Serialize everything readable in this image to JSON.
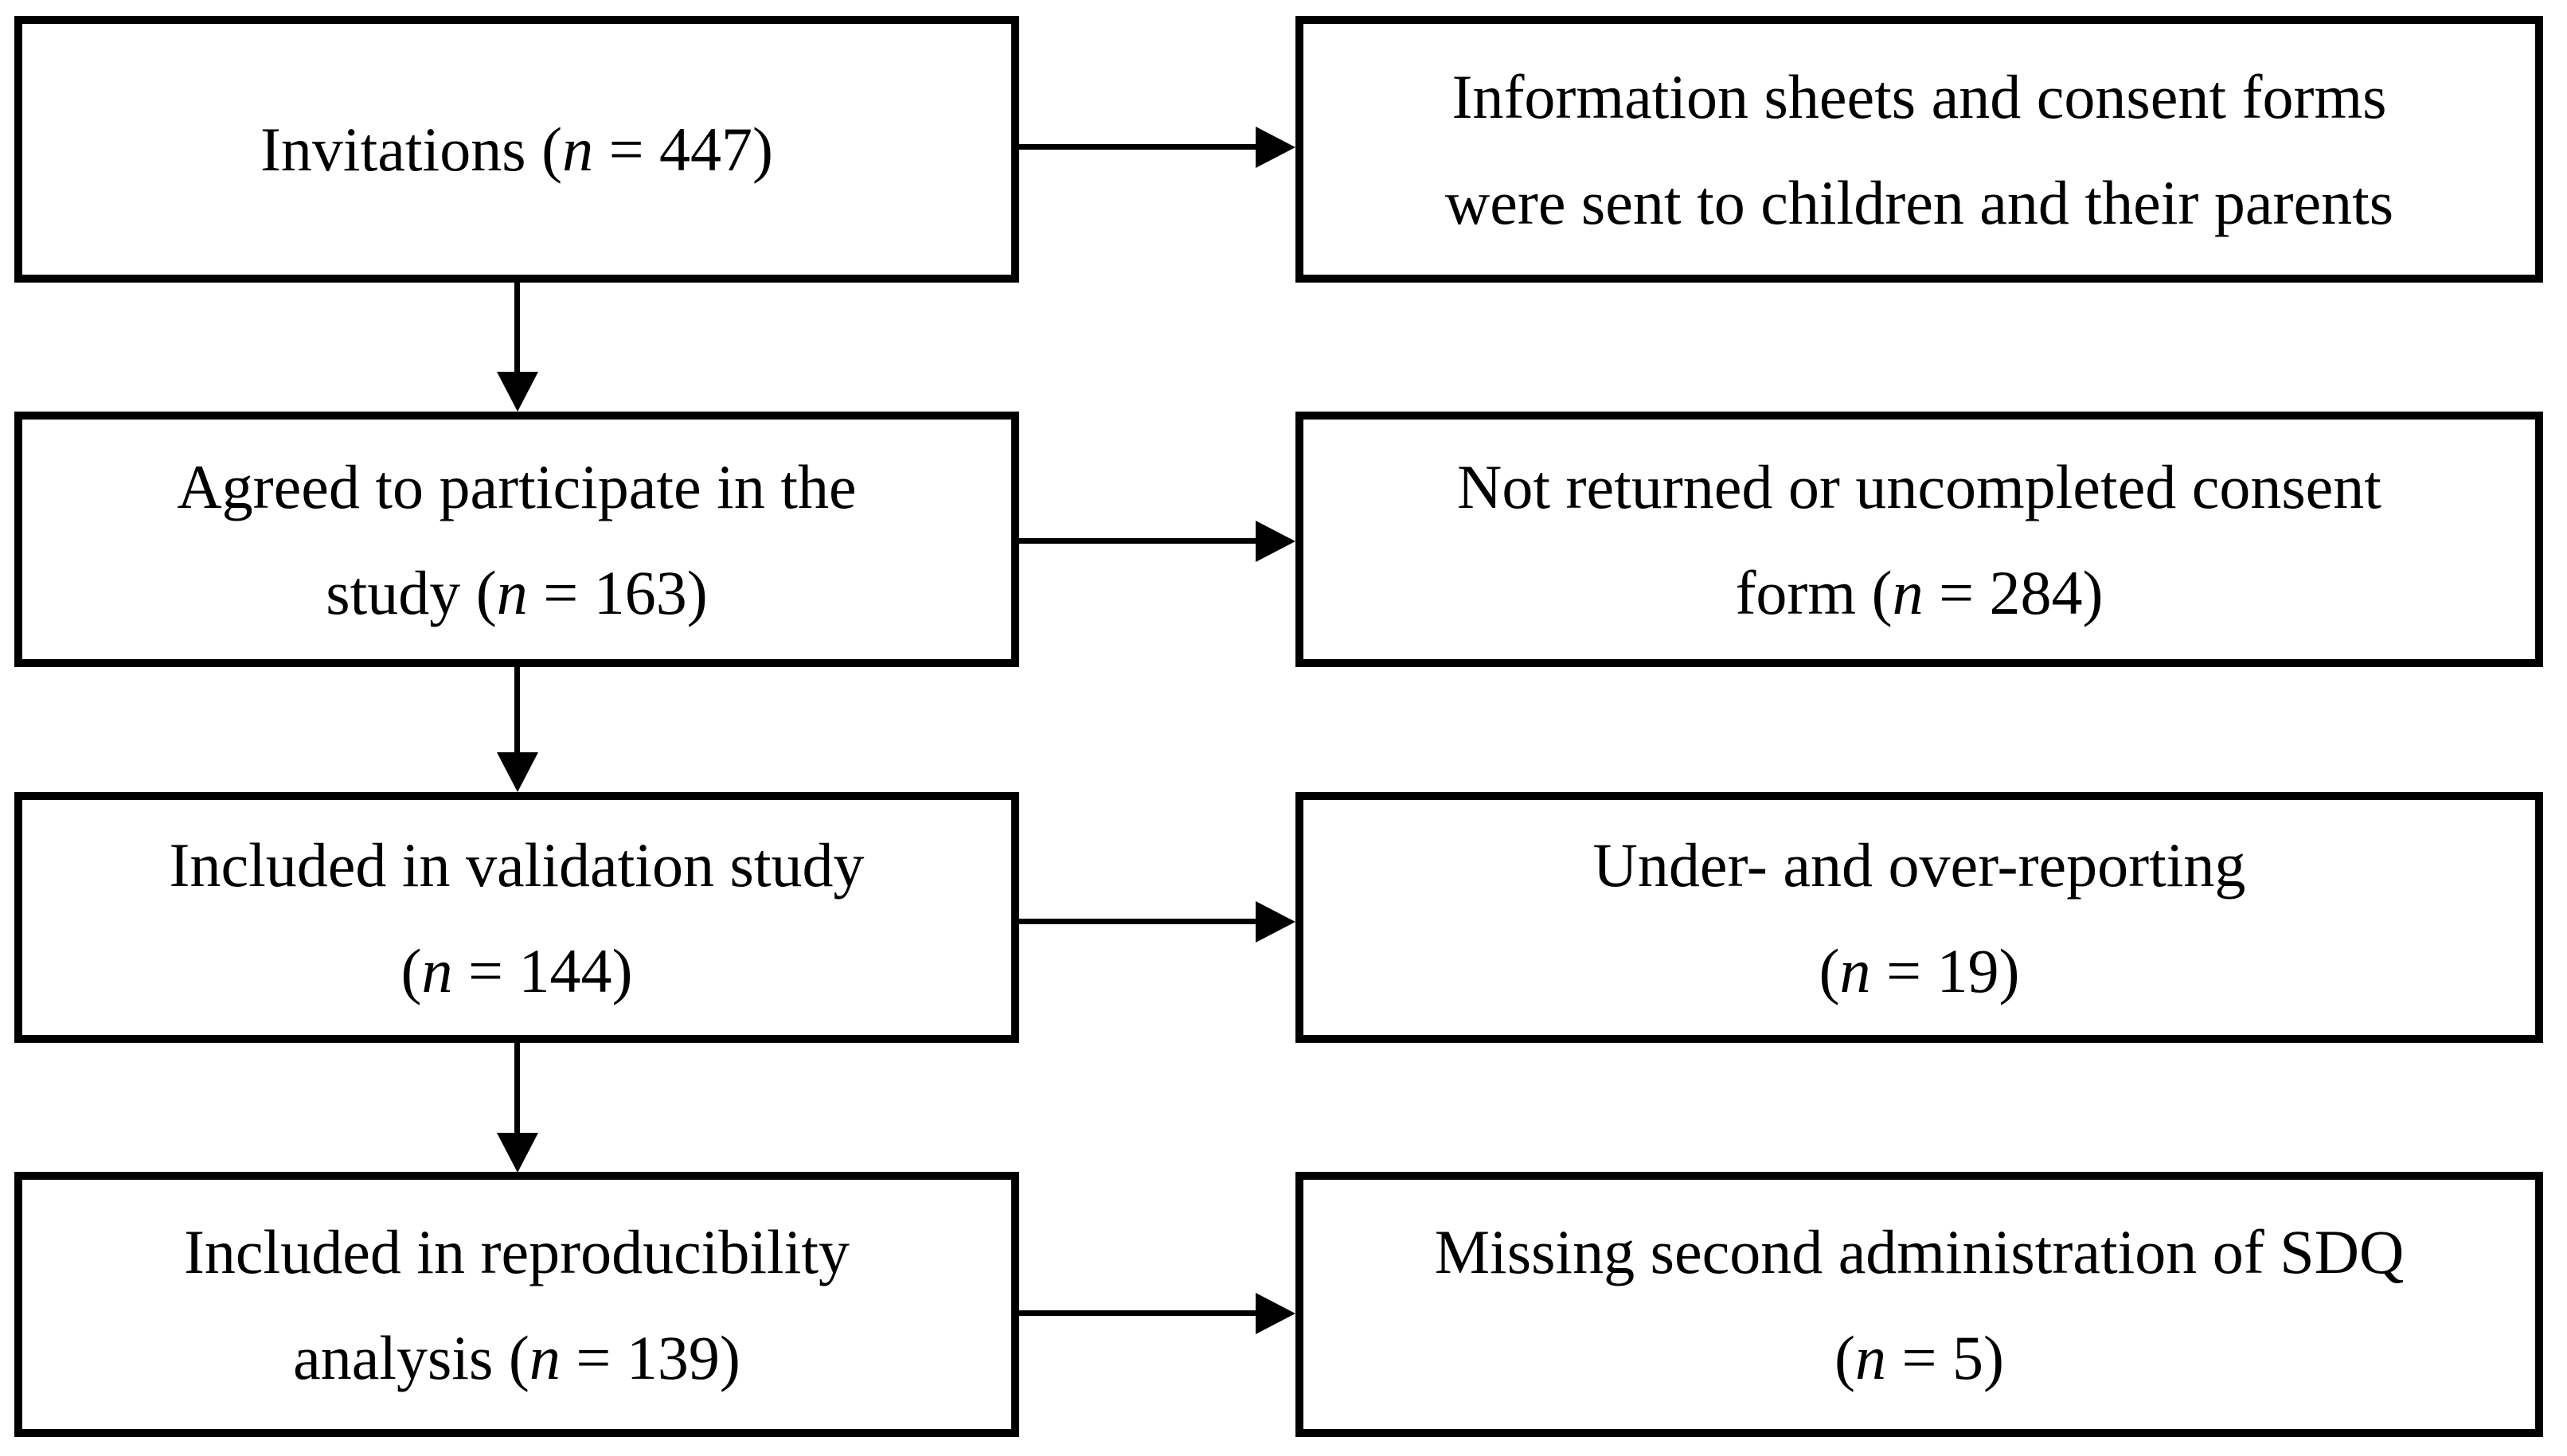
{
  "diagram": {
    "type": "flowchart",
    "background": "#ffffff",
    "stroke_color": "#000000",
    "boxes": [
      {
        "id": "invitations",
        "column": "left",
        "row": 1,
        "lines": [
          [
            {
              "t": "Invitations (",
              "i": false
            },
            {
              "t": "n",
              "i": true
            },
            {
              "t": " = 447)",
              "i": false
            }
          ]
        ]
      },
      {
        "id": "information-sheets",
        "column": "right",
        "row": 1,
        "lines": [
          [
            {
              "t": "Information sheets and consent forms",
              "i": false
            }
          ],
          [
            {
              "t": "were sent to children and their parents",
              "i": false
            }
          ]
        ]
      },
      {
        "id": "agreed-to-participate",
        "column": "left",
        "row": 2,
        "lines": [
          [
            {
              "t": "Agreed to participate in the",
              "i": false
            }
          ],
          [
            {
              "t": "study (",
              "i": false
            },
            {
              "t": "n",
              "i": true
            },
            {
              "t": " = 163)",
              "i": false
            }
          ]
        ]
      },
      {
        "id": "not-returned-consent",
        "column": "right",
        "row": 2,
        "lines": [
          [
            {
              "t": "Not returned or uncompleted consent",
              "i": false
            }
          ],
          [
            {
              "t": "form (",
              "i": false
            },
            {
              "t": "n",
              "i": true
            },
            {
              "t": " = 284)",
              "i": false
            }
          ]
        ]
      },
      {
        "id": "validation-study",
        "column": "left",
        "row": 3,
        "lines": [
          [
            {
              "t": "Included in validation study",
              "i": false
            }
          ],
          [
            {
              "t": "(",
              "i": false
            },
            {
              "t": "n",
              "i": true
            },
            {
              "t": " = 144)",
              "i": false
            }
          ]
        ]
      },
      {
        "id": "under-over-reporting",
        "column": "right",
        "row": 3,
        "lines": [
          [
            {
              "t": "Under- and over-reporting",
              "i": false
            }
          ],
          [
            {
              "t": "(",
              "i": false
            },
            {
              "t": "n",
              "i": true
            },
            {
              "t": " = 19)",
              "i": false
            }
          ]
        ]
      },
      {
        "id": "reproducibility-analysis",
        "column": "left",
        "row": 4,
        "lines": [
          [
            {
              "t": "Included in reproducibility",
              "i": false
            }
          ],
          [
            {
              "t": "analysis (",
              "i": false
            },
            {
              "t": "n",
              "i": true
            },
            {
              "t": " = 139)",
              "i": false
            }
          ]
        ]
      },
      {
        "id": "missing-second-sdq",
        "column": "right",
        "row": 4,
        "lines": [
          [
            {
              "t": "Missing second administration of SDQ",
              "i": false
            }
          ],
          [
            {
              "t": "(",
              "i": false
            },
            {
              "t": "n",
              "i": true
            },
            {
              "t": " = 5)",
              "i": false
            }
          ]
        ]
      }
    ],
    "arrows": [
      {
        "from": "invitations",
        "to": "information-sheets",
        "direction": "right"
      },
      {
        "from": "invitations",
        "to": "agreed-to-participate",
        "direction": "down"
      },
      {
        "from": "agreed-to-participate",
        "to": "not-returned-consent",
        "direction": "right"
      },
      {
        "from": "agreed-to-participate",
        "to": "validation-study",
        "direction": "down"
      },
      {
        "from": "validation-study",
        "to": "under-over-reporting",
        "direction": "right"
      },
      {
        "from": "validation-study",
        "to": "reproducibility-analysis",
        "direction": "down"
      },
      {
        "from": "reproducibility-analysis",
        "to": "missing-second-sdq",
        "direction": "right"
      }
    ]
  }
}
